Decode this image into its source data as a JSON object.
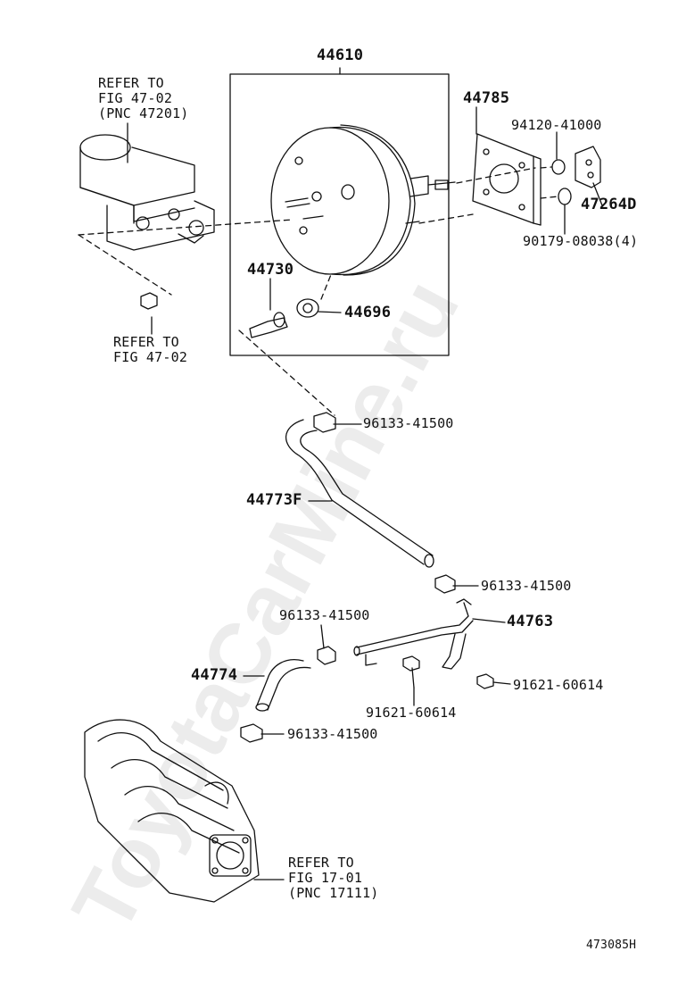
{
  "labels": {
    "booster": "44610",
    "gasket_plate": "44785",
    "nut": "94120-41000",
    "bracket": "47264D",
    "washer_nut": "90179-08038(4)",
    "check_valve": "44730",
    "grommet": "44696",
    "clip_1": "96133-41500",
    "hose_main": "44773F",
    "clip_2": "96133-41500",
    "pipe": "44763",
    "clip_3": "96133-41500",
    "hose_short": "44774",
    "bolt_1": "91621-60614",
    "bolt_2": "91621-60614",
    "clip_4": "96133-41500",
    "refer_master_cyl": "REFER TO\nFIG 47-02\n(PNC 47201)",
    "refer_nut": "REFER TO\nFIG 47-02",
    "refer_manifold": "REFER TO\nFIG 17-01\n(PNC 17111)"
  },
  "figure_id": "473085H",
  "watermark": "ToyotaCarMine.ru"
}
